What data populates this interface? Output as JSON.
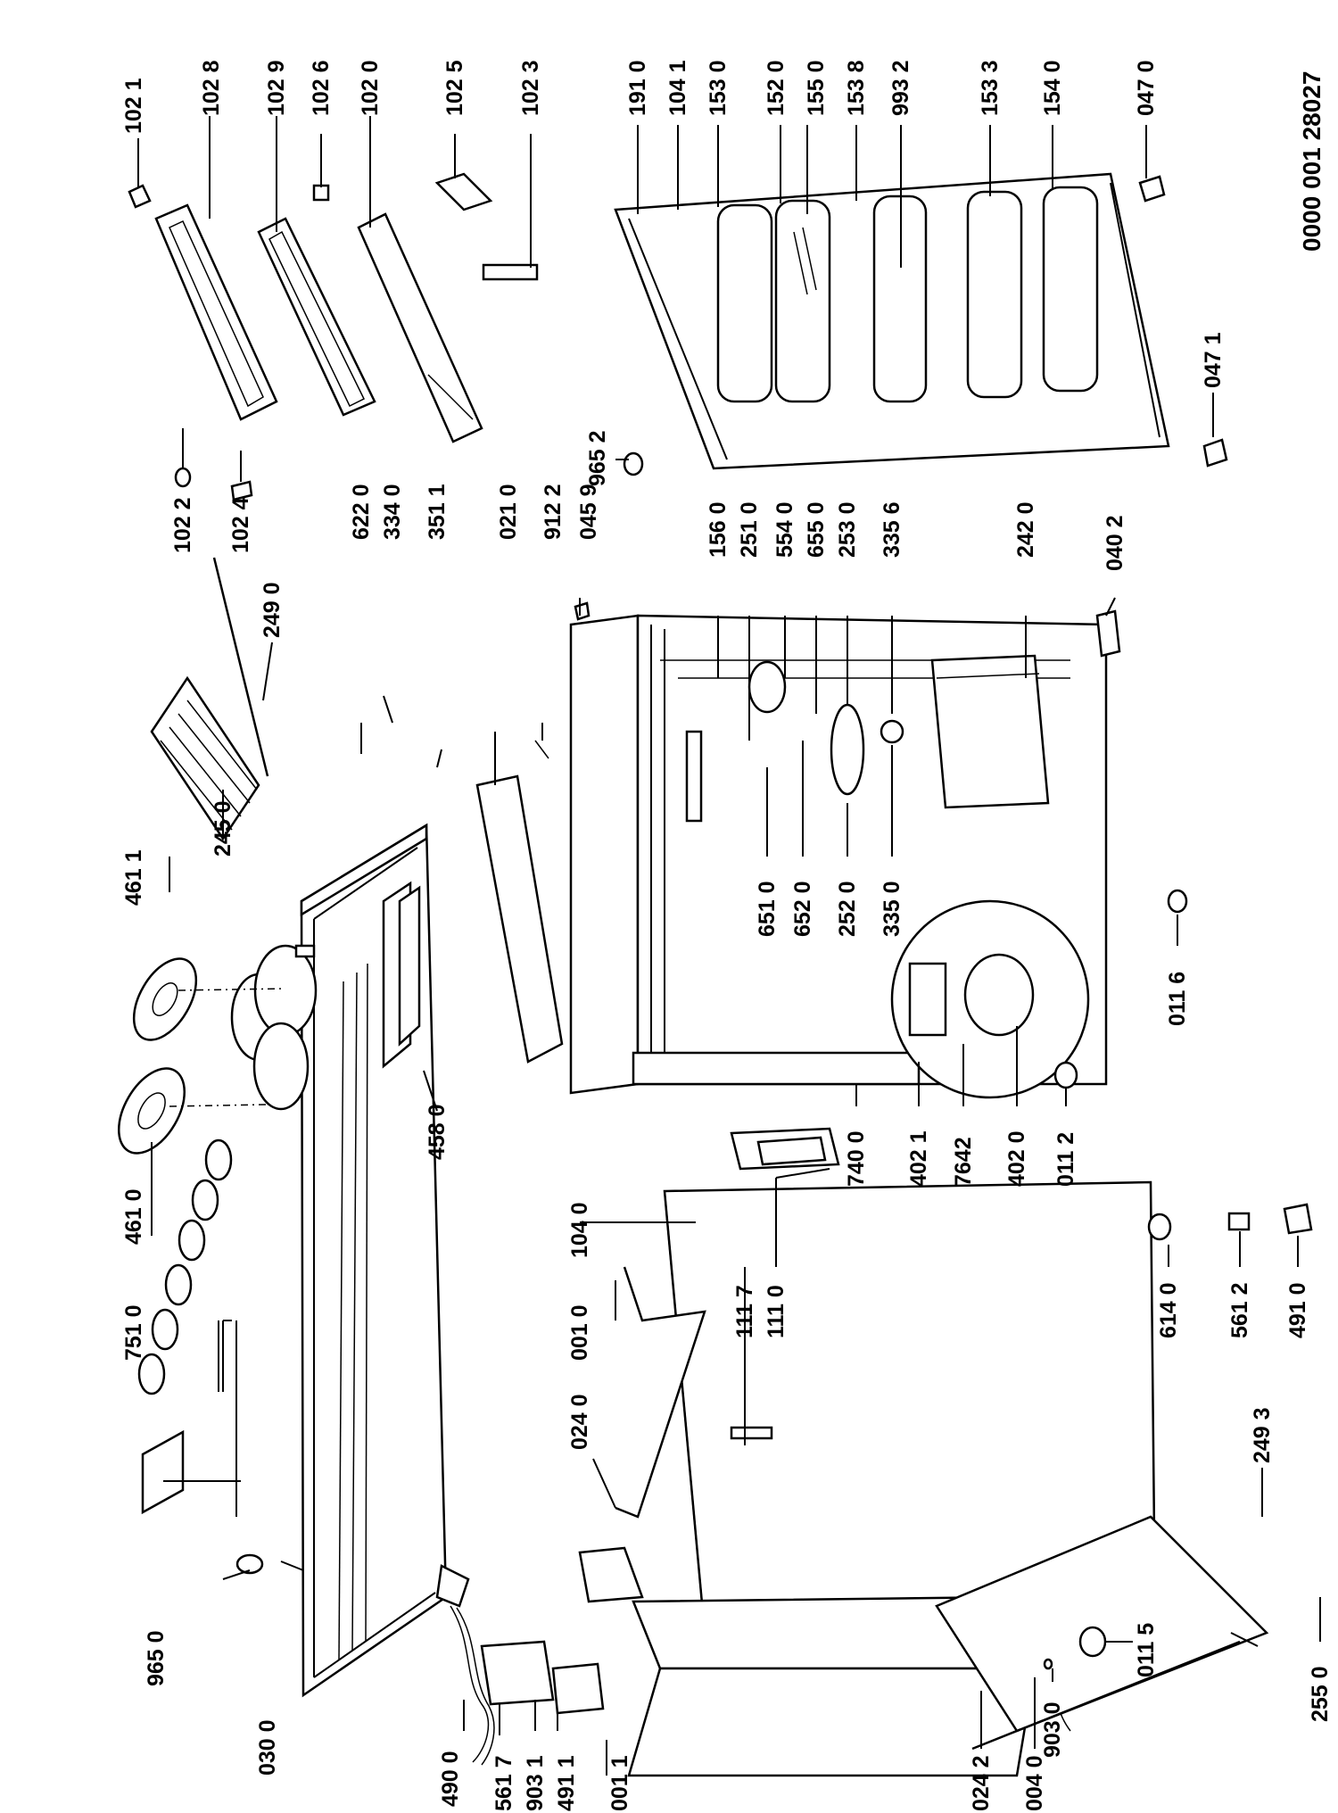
{
  "document_id": "0000 001 28027",
  "part_labels": {
    "p1021": "102 1",
    "p1028": "102 8",
    "p1029": "102 9",
    "p1026": "102 6",
    "p1020": "102 0",
    "p1025": "102 5",
    "p1023": "102 3",
    "p1910": "191 0",
    "p1041": "104 1",
    "p1530": "153 0",
    "p1520": "152 0",
    "p1550": "155 0",
    "p1538": "153 8",
    "p9932": "993 2",
    "p1533": "153 3",
    "p1540": "154 0",
    "p0470": "047 0",
    "p0471": "047 1",
    "p9652": "965 2",
    "p1022": "102 2",
    "p1024": "102 4",
    "p2490": "249 0",
    "p2450": "245 0",
    "p4611": "461 1",
    "p4610": "461 0",
    "p7510": "751 0",
    "p4580": "458 0",
    "p6220": "622 0",
    "p3340": "334 0",
    "p3511": "351 1",
    "p0210": "021 0",
    "p9122": "912 2",
    "p0459": "045 9",
    "p1560": "156 0",
    "p2510": "251 0",
    "p5540": "554 0",
    "p6550": "655 0",
    "p2530": "253 0",
    "p3356": "335 6",
    "p2420": "242 0",
    "p0402": "040 2",
    "p6510": "651 0",
    "p6520": "652 0",
    "p2520": "252 0",
    "p3350": "335 0",
    "p0116": "011 6",
    "p7400": "740 0",
    "p4021": "402 1",
    "p7642": "7642",
    "p4020": "402 0",
    "p0112": "011 2",
    "p1040": "104 0",
    "p1117": "111 7",
    "p1110": "111 0",
    "p0010": "001 0",
    "p0240": "024 0",
    "p6140": "614 0",
    "p5612": "561 2",
    "p4910": "491 0",
    "p2493": "249 3",
    "p9030": "903 0",
    "p0115": "011 5",
    "p2550": "255 0",
    "p9650": "965 0",
    "p0300": "030 0",
    "p4900": "490 0",
    "p5617": "561 7",
    "p9031": "903 1",
    "p4911": "491 1",
    "p0011": "001 1",
    "p0242": "024 2",
    "p0040": "004 0"
  }
}
